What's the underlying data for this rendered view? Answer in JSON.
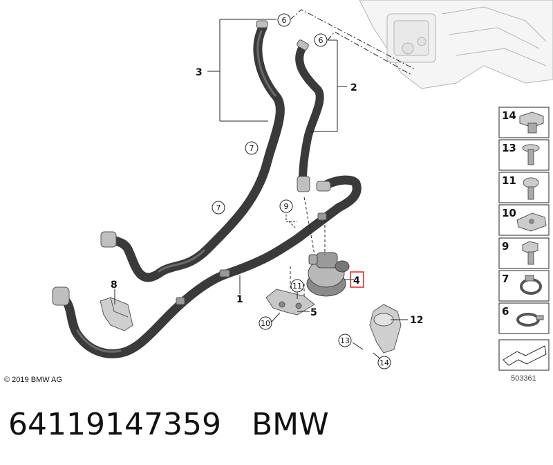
{
  "diagram": {
    "copyright": "© 2019 BMW AG",
    "diagram_number": "503361",
    "highlighted_part": "4",
    "callouts": {
      "c1": "1",
      "c2": "2",
      "c3": "3",
      "c4": "4",
      "c5": "5",
      "c8": "8",
      "c12": "12"
    },
    "circled_refs": {
      "r6a": "6",
      "r6b": "6",
      "r7a": "7",
      "r7b": "7",
      "r9": "9",
      "r10": "10",
      "r11": "11",
      "r13": "13",
      "r14": "14"
    },
    "legend": [
      "14",
      "13",
      "11",
      "10",
      "9",
      "7",
      "6"
    ]
  },
  "footer": {
    "part_number": "64119147359",
    "brand": "BMW"
  }
}
